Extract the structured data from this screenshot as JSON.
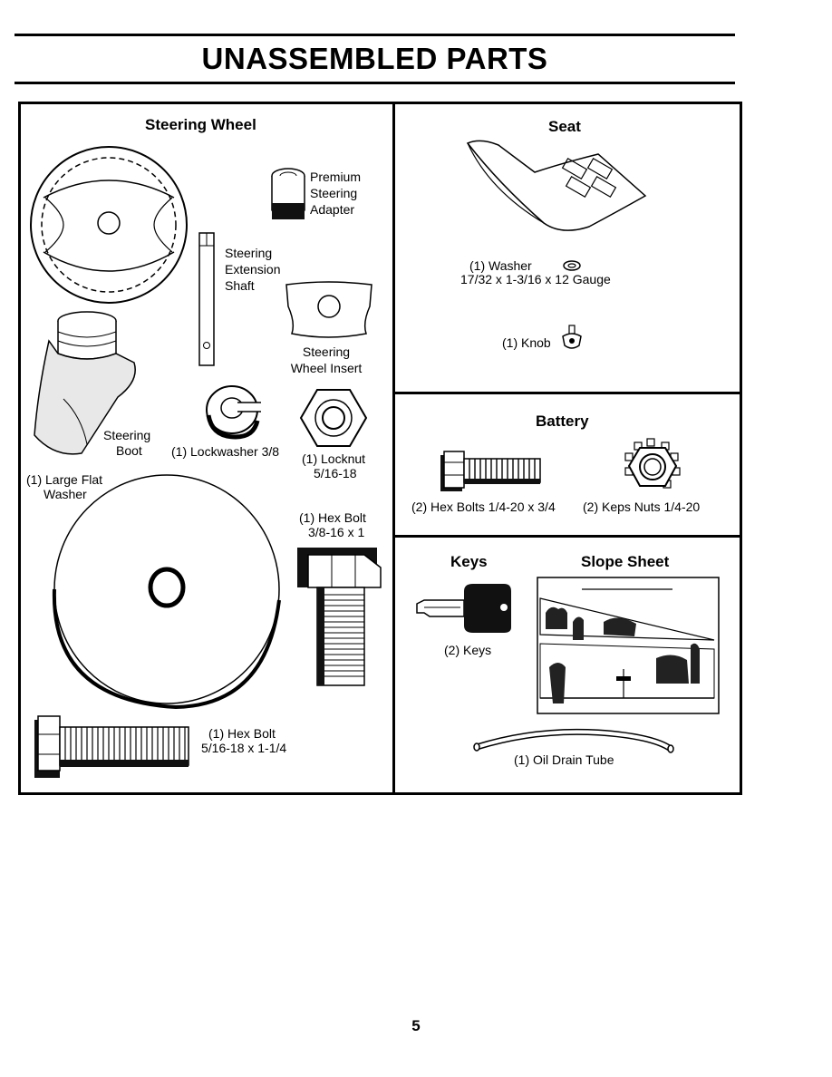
{
  "page": {
    "title": "UNASSEMBLED PARTS",
    "page_number": "5"
  },
  "steering": {
    "heading": "Steering Wheel",
    "adapter": [
      "Premium",
      "Steering",
      "Adapter"
    ],
    "shaft": [
      "Steering",
      "Extension",
      "Shaft"
    ],
    "insert": [
      "Steering",
      "Wheel Insert"
    ],
    "boot": [
      "Steering",
      "Boot"
    ],
    "lockwasher": "(1) Lockwasher 3/8",
    "locknut": [
      "(1) Locknut",
      "5/16-18"
    ],
    "flat_washer": [
      "(1) Large Flat",
      "Washer"
    ],
    "hex_bolt_large": [
      "(1) Hex Bolt",
      "3/8-16 x 1"
    ],
    "hex_bolt_long": [
      "(1) Hex Bolt",
      "5/16-18 x 1-1/4"
    ]
  },
  "seat": {
    "heading": "Seat",
    "washer": [
      "(1) Washer",
      "17/32 x 1-3/16 x 12 Gauge"
    ],
    "knob": "(1) Knob"
  },
  "battery": {
    "heading": "Battery",
    "hex_bolts": "(2) Hex Bolts  1/4-20 x 3/4",
    "keps_nuts": "(2) Keps Nuts  1/4-20"
  },
  "keys": {
    "heading": "Keys",
    "label": "(2) Keys"
  },
  "slope_sheet": {
    "heading": "Slope Sheet"
  },
  "drain": {
    "label": "(1) Oil Drain Tube"
  }
}
